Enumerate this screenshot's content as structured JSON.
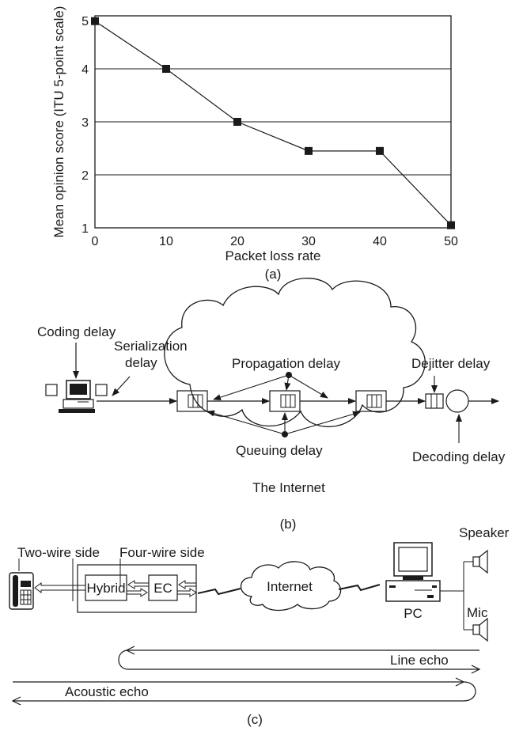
{
  "chart_data": {
    "type": "line",
    "x": [
      0,
      10,
      20,
      30,
      40,
      50
    ],
    "series": [
      {
        "values": [
          4.9,
          4.0,
          3.0,
          2.45,
          2.45,
          1.05
        ]
      }
    ],
    "xlabel": "Packet loss rate",
    "ylabel": "Mean opinion score (ITU 5-point scale)",
    "x_ticks": [
      "0",
      "10",
      "20",
      "30",
      "40",
      "50"
    ],
    "y_ticks": [
      "1",
      "2",
      "3",
      "4",
      "5"
    ],
    "xlim": [
      0,
      50
    ],
    "ylim": [
      1,
      5
    ],
    "grid": "horizontal",
    "caption": "(a)"
  },
  "diagram_b": {
    "coding_delay": "Coding delay",
    "serialization_1": "Serialization",
    "serialization_2": "delay",
    "propagation_delay": "Propagation delay",
    "queuing_delay": "Queuing delay",
    "dejitter_delay": "Dejitter delay",
    "decoding_delay": "Decoding  delay",
    "cloud_label": "The Internet",
    "caption": "(b)"
  },
  "diagram_c": {
    "two_wire": "Two-wire side",
    "four_wire": "Four-wire side",
    "hybrid": "Hybrid",
    "ec": "EC",
    "internet": "Internet",
    "pc": "PC",
    "speaker": "Speaker",
    "mic": "Mic",
    "line_echo": "Line echo",
    "acoustic_echo": "Acoustic echo",
    "caption": "(c)"
  }
}
